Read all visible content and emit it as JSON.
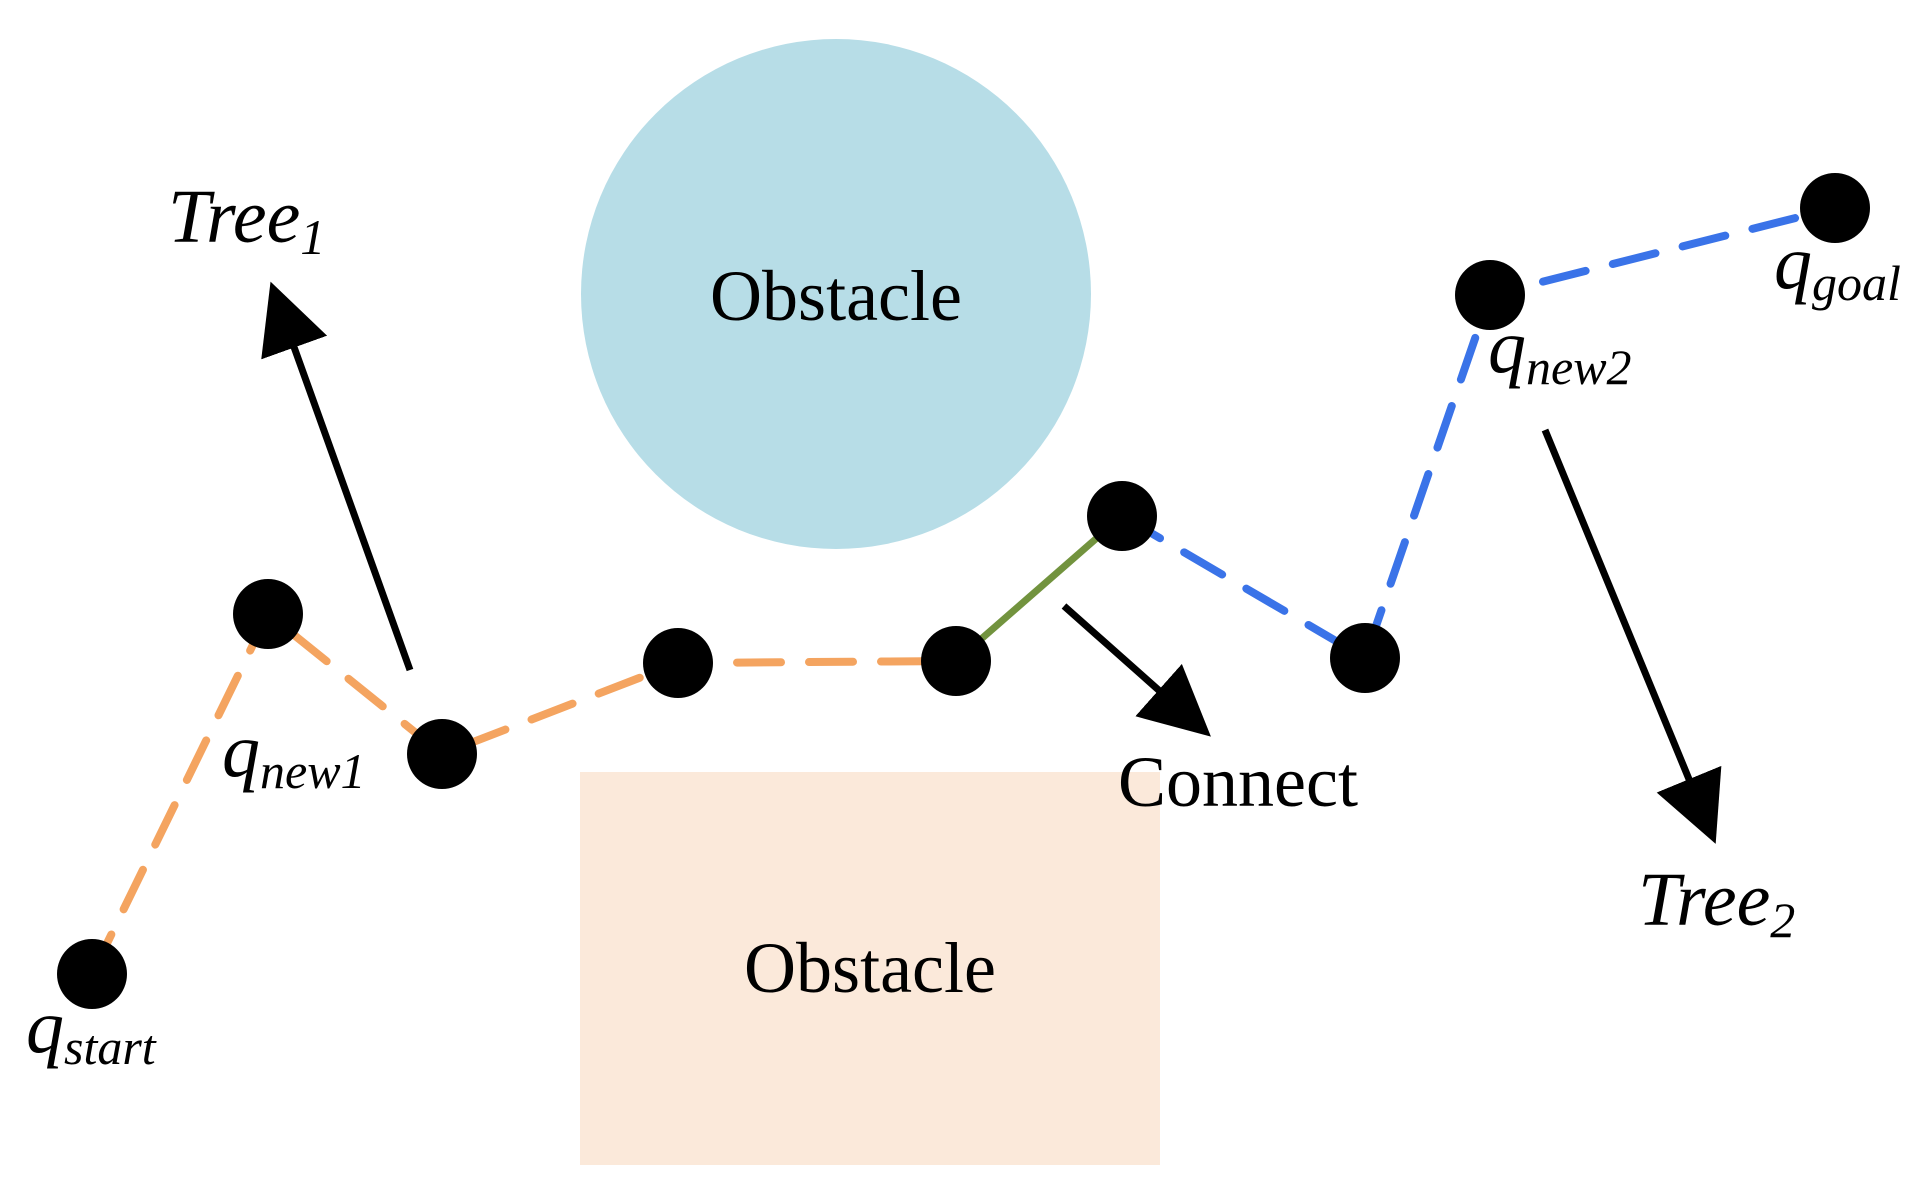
{
  "obstacles": {
    "circle_label": "Obstacle",
    "rect_label": "Obstacle",
    "circle_color": "#b7dde7",
    "rect_color": "#fbe9da"
  },
  "trees": {
    "tree1": {
      "main": "Tree",
      "sub": "1"
    },
    "tree2": {
      "main": "Tree",
      "sub": "2"
    }
  },
  "nodes": {
    "q_start": {
      "main": "q",
      "sub": "start"
    },
    "q_new1": {
      "main": "q",
      "sub": "new1"
    },
    "q_new2": {
      "main": "q",
      "sub": "new2"
    },
    "q_goal": {
      "main": "q",
      "sub": "goal"
    }
  },
  "connect_label": "Connect",
  "colors": {
    "tree1_path": "#f4a460",
    "tree2_path": "#3a73e8",
    "connect_path": "#72933e",
    "node": "#000000",
    "arrow": "#000000"
  }
}
